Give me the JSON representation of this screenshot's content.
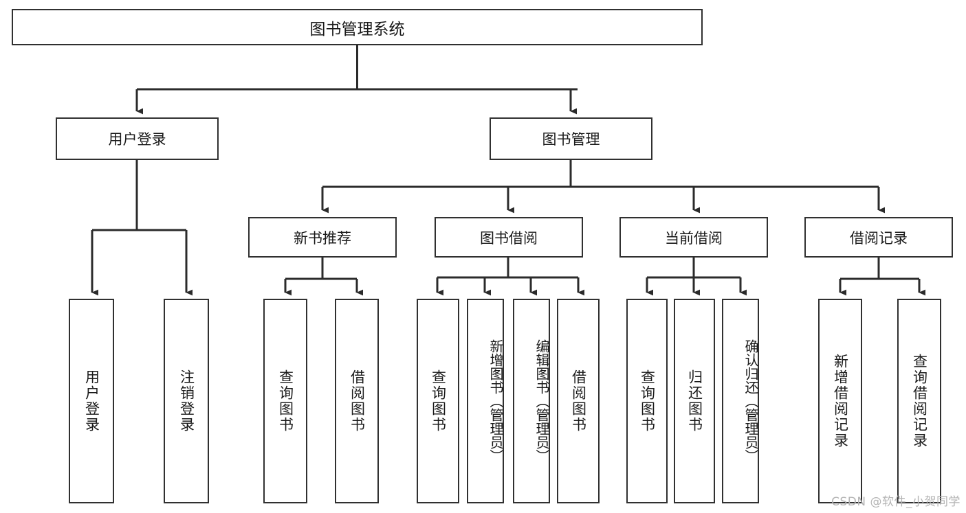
{
  "diagram": {
    "title": "图书管理系统",
    "type": "tree-hierarchy-chart",
    "root": {
      "id": "root",
      "label": "图书管理系统"
    },
    "level1": [
      {
        "id": "user-login",
        "label": "用户登录"
      },
      {
        "id": "book-manage",
        "label": "图书管理"
      }
    ],
    "level2": [
      {
        "id": "new-book-recommend",
        "label": "新书推荐",
        "parent": "book-manage"
      },
      {
        "id": "book-borrow",
        "label": "图书借阅",
        "parent": "book-manage"
      },
      {
        "id": "current-borrow",
        "label": "当前借阅",
        "parent": "book-manage"
      },
      {
        "id": "borrow-record",
        "label": "借阅记录",
        "parent": "book-manage"
      }
    ],
    "leaves": [
      {
        "id": "leaf-user-login",
        "label": "用户登录",
        "parent": "user-login"
      },
      {
        "id": "leaf-logout-login",
        "label": "注销登录",
        "parent": "user-login"
      },
      {
        "id": "leaf-query-book-1",
        "label": "查询图书",
        "parent": "new-book-recommend"
      },
      {
        "id": "leaf-borrow-book-1",
        "label": "借阅图书",
        "parent": "new-book-recommend"
      },
      {
        "id": "leaf-query-book-2",
        "label": "查询图书",
        "parent": "book-borrow"
      },
      {
        "id": "leaf-add-book",
        "label": "新增图书（管理员）",
        "parent": "book-borrow"
      },
      {
        "id": "leaf-edit-book",
        "label": "编辑图书（管理员）",
        "parent": "book-borrow"
      },
      {
        "id": "leaf-borrow-book-2",
        "label": "借阅图书",
        "parent": "book-borrow"
      },
      {
        "id": "leaf-query-book-3",
        "label": "查询图书",
        "parent": "current-borrow"
      },
      {
        "id": "leaf-return-book",
        "label": "归还图书",
        "parent": "current-borrow"
      },
      {
        "id": "leaf-confirm-return",
        "label": "确认归还（管理员）",
        "parent": "current-borrow"
      },
      {
        "id": "leaf-add-record",
        "label": "新增借阅记录",
        "parent": "borrow-record"
      },
      {
        "id": "leaf-query-record",
        "label": "查询借阅记录",
        "parent": "borrow-record"
      }
    ]
  },
  "colors": {
    "box_border": "#303030",
    "box_fill": "#ffffff",
    "connector": "#2b2b2b",
    "text": "#1a1a1a",
    "watermark": "#b4b4b4",
    "canvas": "#ffffff"
  },
  "watermark": {
    "text": "CSDN @软件_小贺同学"
  }
}
